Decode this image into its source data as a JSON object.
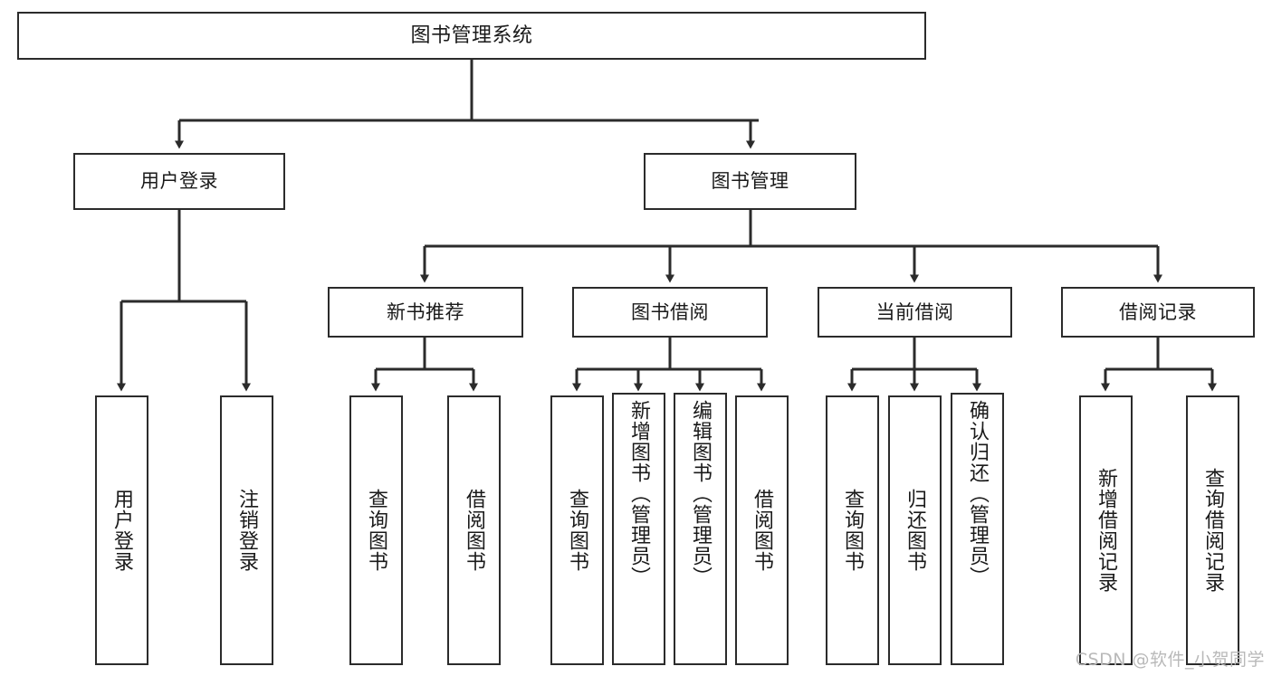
{
  "diagram": {
    "title": "图书管理系统",
    "type": "tree",
    "stroke_color": "#2b2b2b",
    "background_color": "#ffffff",
    "text_color": "#1a1a1a"
  },
  "nodes": {
    "root": {
      "label": "图书管理系统"
    },
    "level2": [
      {
        "label": "用户登录"
      },
      {
        "label": "图书管理"
      }
    ],
    "level3": [
      {
        "label": "新书推荐"
      },
      {
        "label": "图书借阅"
      },
      {
        "label": "当前借阅"
      },
      {
        "label": "借阅记录"
      }
    ],
    "user_login_leaves": [
      {
        "label": "用户登录"
      },
      {
        "label": "注销登录"
      }
    ],
    "new_book_leaves": [
      {
        "label": "查询图书"
      },
      {
        "label": "借阅图书"
      }
    ],
    "book_borrow_leaves": [
      {
        "label": "查询图书"
      },
      {
        "label": "新增图书（管理员）"
      },
      {
        "label": "编辑图书（管理员）"
      },
      {
        "label": "借阅图书"
      }
    ],
    "current_borrow_leaves": [
      {
        "label": "查询图书"
      },
      {
        "label": "归还图书"
      },
      {
        "label": "确认归还（管理员）"
      }
    ],
    "borrow_record_leaves": [
      {
        "label": "新增借阅记录"
      },
      {
        "label": "查询借阅记录"
      }
    ]
  },
  "watermark": {
    "text": "CSDN @软件_小贺同学"
  }
}
